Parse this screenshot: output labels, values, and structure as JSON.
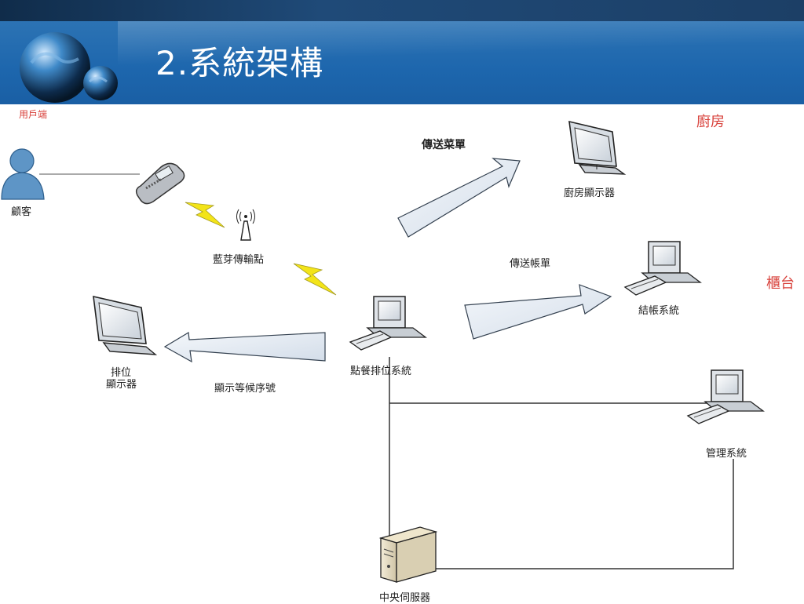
{
  "header": {
    "title": "2.系統架構"
  },
  "diagram": {
    "user_side_label": "用戶端",
    "kitchen_label": "廚房",
    "counter_label": "櫃台",
    "nodes": {
      "customer": "顧客",
      "bluetooth_ap": "藍芽傳輸點",
      "kitchen_display": "廚房顯示器",
      "checkout_system": "結帳系統",
      "queue_display_line1": "排位",
      "queue_display_line2": "顯示器",
      "ordering_system": "點餐排位系統",
      "management_system": "管理系統",
      "central_server": "中央伺服器"
    },
    "arrows": {
      "send_menu": "傳送菜單",
      "send_bill": "傳送帳單",
      "show_queue_number": "顯示等候序號"
    }
  },
  "colors": {
    "accent": "#d8413b",
    "header_blue": "#1d66ad",
    "arrow_fill": "#e8eef5"
  }
}
